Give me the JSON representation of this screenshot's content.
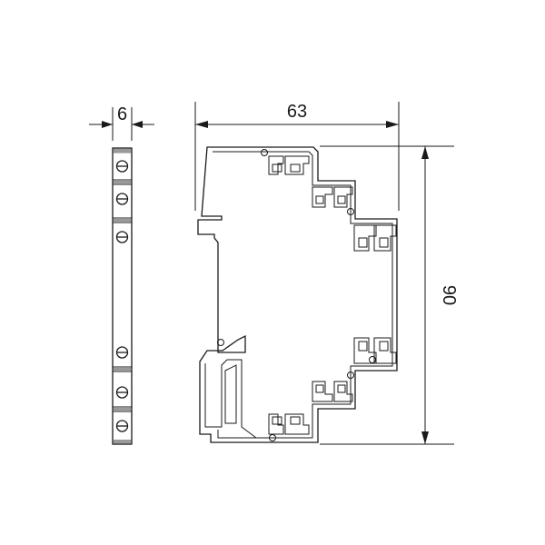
{
  "dimensions": {
    "side_width": "6",
    "front_width": "63",
    "height": "90"
  },
  "colors": {
    "ink": "#1a1a1a",
    "background": "#ffffff",
    "band": "#9a9a9a"
  }
}
